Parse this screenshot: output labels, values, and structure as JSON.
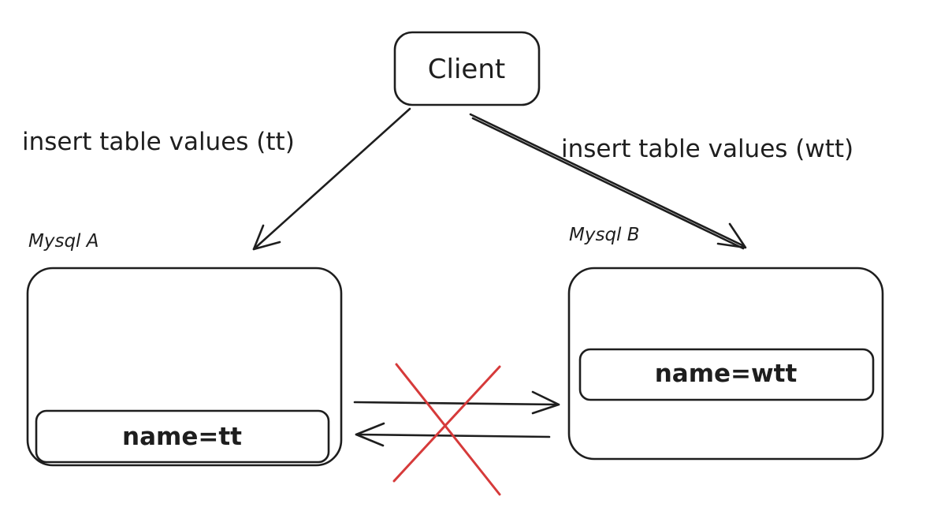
{
  "client": {
    "label": "Client"
  },
  "requests": {
    "to_a": "insert table values (tt)",
    "to_b": "insert table values (wtt)"
  },
  "servers": {
    "a": {
      "name": "Mysql A",
      "record": "name=tt"
    },
    "b": {
      "name": "Mysql B",
      "record": "name=wtt"
    }
  },
  "colors": {
    "ink": "#1e1e1e",
    "blocked": "#d63a3a"
  }
}
